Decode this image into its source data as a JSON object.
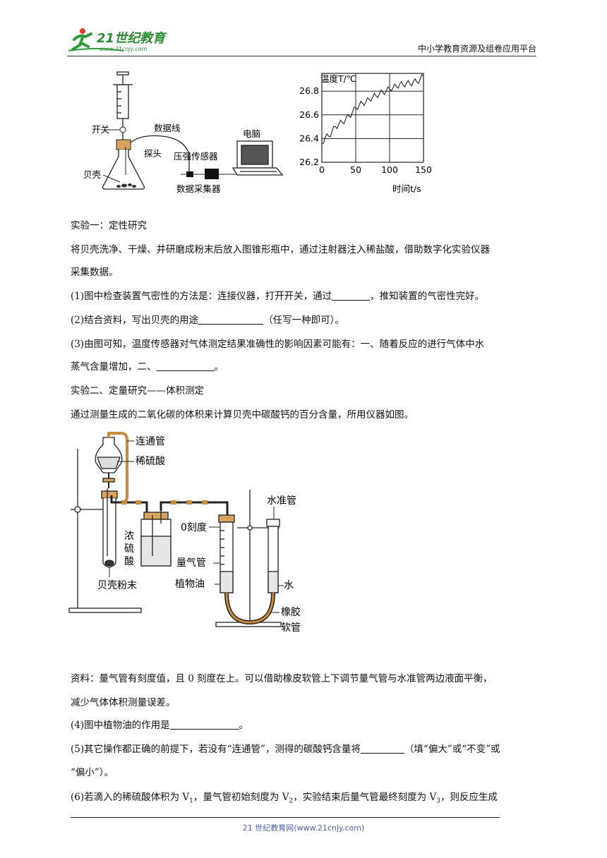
{
  "header": {
    "logo_text": "21世纪教育",
    "logo_url": "www.21cnjy.com",
    "platform": "中小学教育资源及组卷应用平台"
  },
  "figure1": {
    "labels": {
      "switch": "开关",
      "data_line": "数据线",
      "computer": "电脑",
      "probe": "探头",
      "pressure_sensor": "压强传感器",
      "shell": "贝壳",
      "collector": "数据采集器"
    },
    "chart_data": {
      "type": "line",
      "title": "",
      "ylabel": "温度T/℃",
      "xlabel": "时间t/s",
      "xlim": [
        0,
        150
      ],
      "ylim": [
        26.2,
        26.95
      ],
      "xticks": [
        "0",
        "50",
        "100",
        "150"
      ],
      "yticks": [
        "26.2",
        "26.4",
        "26.6",
        "26.8"
      ],
      "grid": true,
      "series": [
        {
          "x": [
            0,
            5,
            10,
            15,
            20,
            25,
            30,
            35,
            40,
            45,
            50,
            55,
            60,
            65,
            70,
            75,
            80,
            85,
            90,
            95,
            100,
            105,
            110,
            115,
            120,
            125,
            130,
            135,
            140,
            145,
            150
          ],
          "y": [
            26.36,
            26.41,
            26.42,
            26.46,
            26.5,
            26.52,
            26.54,
            26.56,
            26.59,
            26.62,
            26.66,
            26.68,
            26.7,
            26.71,
            26.73,
            26.75,
            26.76,
            26.78,
            26.79,
            26.8,
            26.82,
            26.83,
            26.84,
            26.86,
            26.85,
            26.87,
            26.86,
            26.88,
            26.88,
            26.9,
            26.93
          ]
        }
      ]
    }
  },
  "exp1": {
    "title": "实验一：定性研究",
    "desc1": "将贝壳洗净、干燥、并研磨成粉末后放入图锥形瓶中，通过注射器注入稀盐酸，借助数字化实验仪器",
    "desc2": "采集数据。",
    "q1a": "(1)图中检查装置气密性的方法是：连接仪器，打开开关，通过",
    "q1b": "，推知装置的气密性完好。",
    "q2a": "(2)结合资料，写出贝壳的用途",
    "q2b": "（任写一种即可）。",
    "q3a": "(3)由图可知，温度传感器对气体测定结果准确性的影响因素可能有：一、随着反应的进行气体中水",
    "q3b": "蒸气含量增加，二、",
    "q3c": "。"
  },
  "exp2": {
    "title": "实验二、定量研究——体积测定",
    "desc": "通过测量生成的二氧化碳的体积来计算贝壳中碳酸钙的百分含量，所用仪器如图。"
  },
  "figure2": {
    "labels": {
      "connector_tube": "连通管",
      "dilute_acid": "稀硫酸",
      "water_tube": "水准管",
      "zero_mark": "0刻度",
      "conc_acid_1": "浓",
      "conc_acid_2": "硫",
      "conc_acid_3": "酸",
      "gas_tube": "量气管",
      "oil": "植物油",
      "water": "水",
      "shell_powder": "贝壳粉末",
      "rubber_1": "橡胶",
      "rubber_2": "软管"
    }
  },
  "material": {
    "line1": "资料：量气管有刻度值，且 0 刻度在上。可以借助橡皮软管上下调节量气管与水准管两边液面平衡，",
    "line2": "减少气体体积测量误差。"
  },
  "q4": {
    "a": "(4)图中植物油的作用是",
    "b": "。"
  },
  "q5": {
    "a": "(5)其它操作都正确的前提下，若没有“连通管”，测得的碳酸钙含量将",
    "b": "（填“偏大”或“不变”或",
    "c": "“偏小”）。"
  },
  "q6": {
    "a": "(6)若滴入的稀硫酸体积为 V",
    "s1": "1",
    "b": "，量气管初始刻度为 V",
    "s2": "2",
    "c": "，实验结束后量气管最终刻度为 V",
    "s3": "3",
    "d": "，则反应生成"
  },
  "footer": {
    "text": "21 世纪教育网(www.21cnjy.com)"
  }
}
